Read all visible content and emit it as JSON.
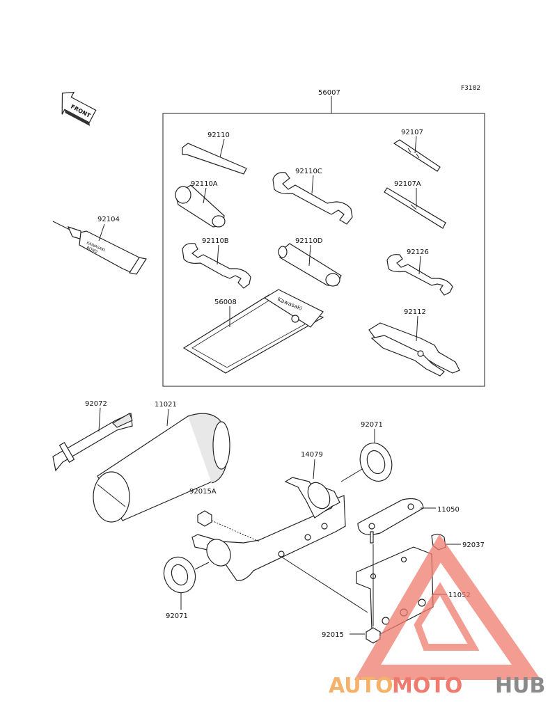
{
  "figure_code": "F3182",
  "front_arrow_label": "FRONT",
  "tube_brand_line1": "KAWASAKI",
  "tube_brand_line2": "BOND",
  "bag_brand": "Kawasaki",
  "watermark": {
    "part1": "AUTO",
    "part2": "MOTO",
    "part3": "HUB",
    "color_orange": "#f5b26b",
    "color_red": "#ee7b6e",
    "color_gray": "#8a8a8a"
  },
  "labels": {
    "toolkit": "56007",
    "hex_key": "92110",
    "driver_bit": "92107",
    "box_wrench": "92110A",
    "wrench_c": "92110C",
    "screwdriver": "92107A",
    "tube": "92104",
    "wrench_b": "92110B",
    "socket_d": "92110D",
    "wrench_small": "92126",
    "bag": "56008",
    "pliers": "92112",
    "strap": "92072",
    "case": "11021",
    "ring_top": "92071",
    "bracket": "14079",
    "case_assy": "92015A",
    "plate": "11050",
    "clip": "92037",
    "bracket_lower": "11052",
    "ring_bottom": "92071",
    "nut": "92015"
  }
}
